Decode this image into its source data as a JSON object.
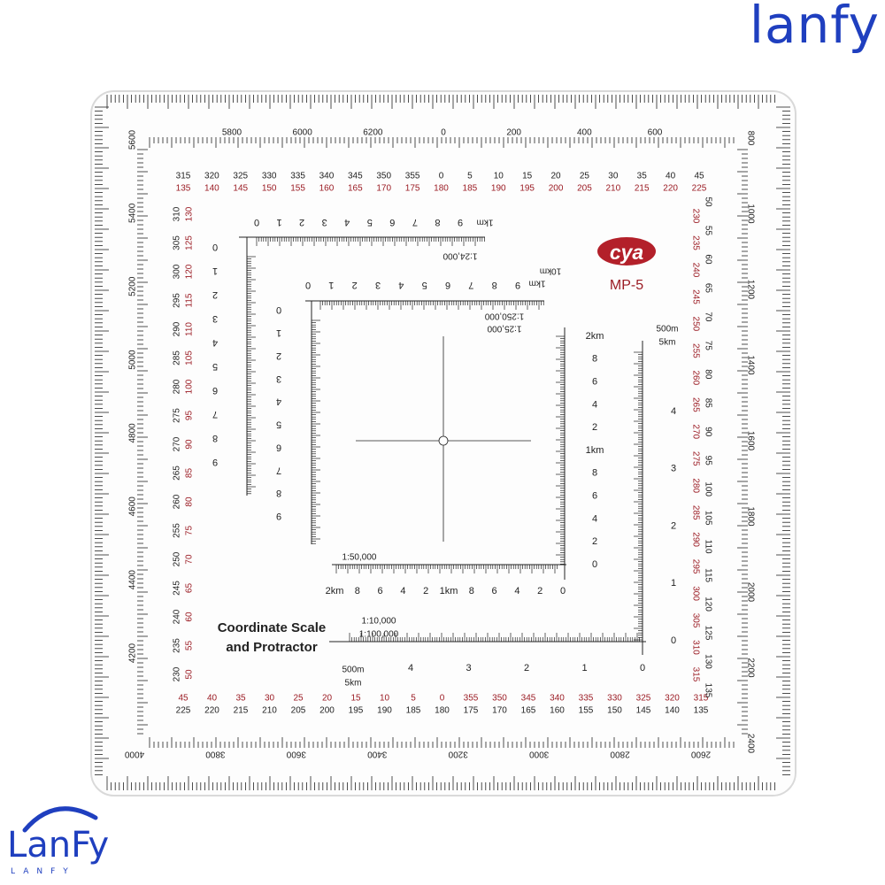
{
  "watermark": {
    "top_right": "lanfy",
    "logo_text": "LanFy",
    "logo_sub": "LANFY"
  },
  "brand": {
    "logo": "cya",
    "model": "MP-5"
  },
  "title": {
    "line1": "Coordinate Scale",
    "line2": "and Protractor"
  },
  "colors": {
    "ink": "#222222",
    "red": "#9b1c24",
    "blue": "#1f3fbf",
    "plate": "#fdfdfd"
  },
  "mils_top": [
    "5800",
    "6000",
    "6200",
    "0",
    "200",
    "400",
    "600"
  ],
  "mils_right": [
    "800",
    "1000",
    "1200",
    "1400",
    "1600",
    "1800",
    "2000",
    "2200",
    "2400"
  ],
  "mils_bottom": [
    "4000",
    "3800",
    "3600",
    "3400",
    "3200",
    "3000",
    "2800",
    "2600"
  ],
  "mils_left": [
    "5600",
    "5400",
    "5200",
    "5000",
    "4800",
    "4600",
    "4400",
    "4200"
  ],
  "deg_top_black": [
    "315",
    "320",
    "325",
    "330",
    "335",
    "340",
    "345",
    "350",
    "355",
    "0",
    "5",
    "10",
    "15",
    "20",
    "25",
    "30",
    "35",
    "40",
    "45"
  ],
  "deg_top_red": [
    "135",
    "140",
    "145",
    "150",
    "155",
    "160",
    "165",
    "170",
    "175",
    "180",
    "185",
    "190",
    "195",
    "200",
    "205",
    "210",
    "215",
    "220",
    "225"
  ],
  "deg_right_black": [
    "50",
    "55",
    "60",
    "65",
    "70",
    "75",
    "80",
    "85",
    "90",
    "95",
    "100",
    "105",
    "110",
    "115",
    "120",
    "125",
    "130",
    "135"
  ],
  "deg_right_red": [
    "230",
    "235",
    "240",
    "245",
    "250",
    "255",
    "260",
    "265",
    "270",
    "275",
    "280",
    "285",
    "290",
    "295",
    "300",
    "305",
    "310",
    "315"
  ],
  "deg_bottom_black": [
    "225",
    "220",
    "215",
    "210",
    "205",
    "200",
    "195",
    "190",
    "185",
    "180",
    "175",
    "170",
    "165",
    "160",
    "155",
    "150",
    "145",
    "140",
    "135"
  ],
  "deg_bottom_red": [
    "45",
    "40",
    "35",
    "30",
    "25",
    "20",
    "15",
    "10",
    "5",
    "0",
    "355",
    "350",
    "345",
    "340",
    "335",
    "330",
    "325",
    "320",
    "315"
  ],
  "deg_left_black": [
    "310",
    "305",
    "300",
    "295",
    "290",
    "285",
    "280",
    "275",
    "270",
    "265",
    "260",
    "255",
    "250",
    "245",
    "240",
    "235",
    "230"
  ],
  "deg_left_red": [
    "130",
    "125",
    "120",
    "115",
    "110",
    "105",
    "100",
    "95",
    "90",
    "85",
    "80",
    "75",
    "70",
    "65",
    "60",
    "55",
    "50"
  ],
  "scale_24k": {
    "label": "1:24,000",
    "unit": "1km",
    "top_numbers": [
      "0",
      "1",
      "2",
      "3",
      "4",
      "5",
      "6",
      "7",
      "8",
      "9"
    ],
    "left_numbers": [
      "0",
      "1",
      "2",
      "3",
      "4",
      "5",
      "6",
      "7",
      "8",
      "9"
    ]
  },
  "scale_25k": {
    "label_a": "1:250,000",
    "label_b": "1:25,000",
    "unit_a": "1km",
    "unit_b": "10km",
    "top_numbers": [
      "0",
      "1",
      "2",
      "3",
      "4",
      "5",
      "6",
      "7",
      "8",
      "9"
    ],
    "left_numbers": [
      "0",
      "1",
      "2",
      "3",
      "4",
      "5",
      "6",
      "7",
      "8",
      "9"
    ]
  },
  "scale_50k": {
    "label": "1:50,000",
    "bottom_numbers": [
      "2km",
      "8",
      "6",
      "4",
      "2",
      "1km",
      "8",
      "6",
      "4",
      "2",
      "0"
    ],
    "right_numbers": [
      "2km",
      "8",
      "6",
      "4",
      "2",
      "1km",
      "8",
      "6",
      "4",
      "2",
      "0"
    ]
  },
  "scale_100k": {
    "label_a": "1:10,000",
    "label_b": "1:100,000",
    "unit_a": "500m",
    "unit_b": "5km",
    "bottom_numbers": [
      "4",
      "3",
      "2",
      "1",
      "0"
    ],
    "right_numbers": [
      "4",
      "3",
      "2",
      "1",
      "0"
    ]
  }
}
